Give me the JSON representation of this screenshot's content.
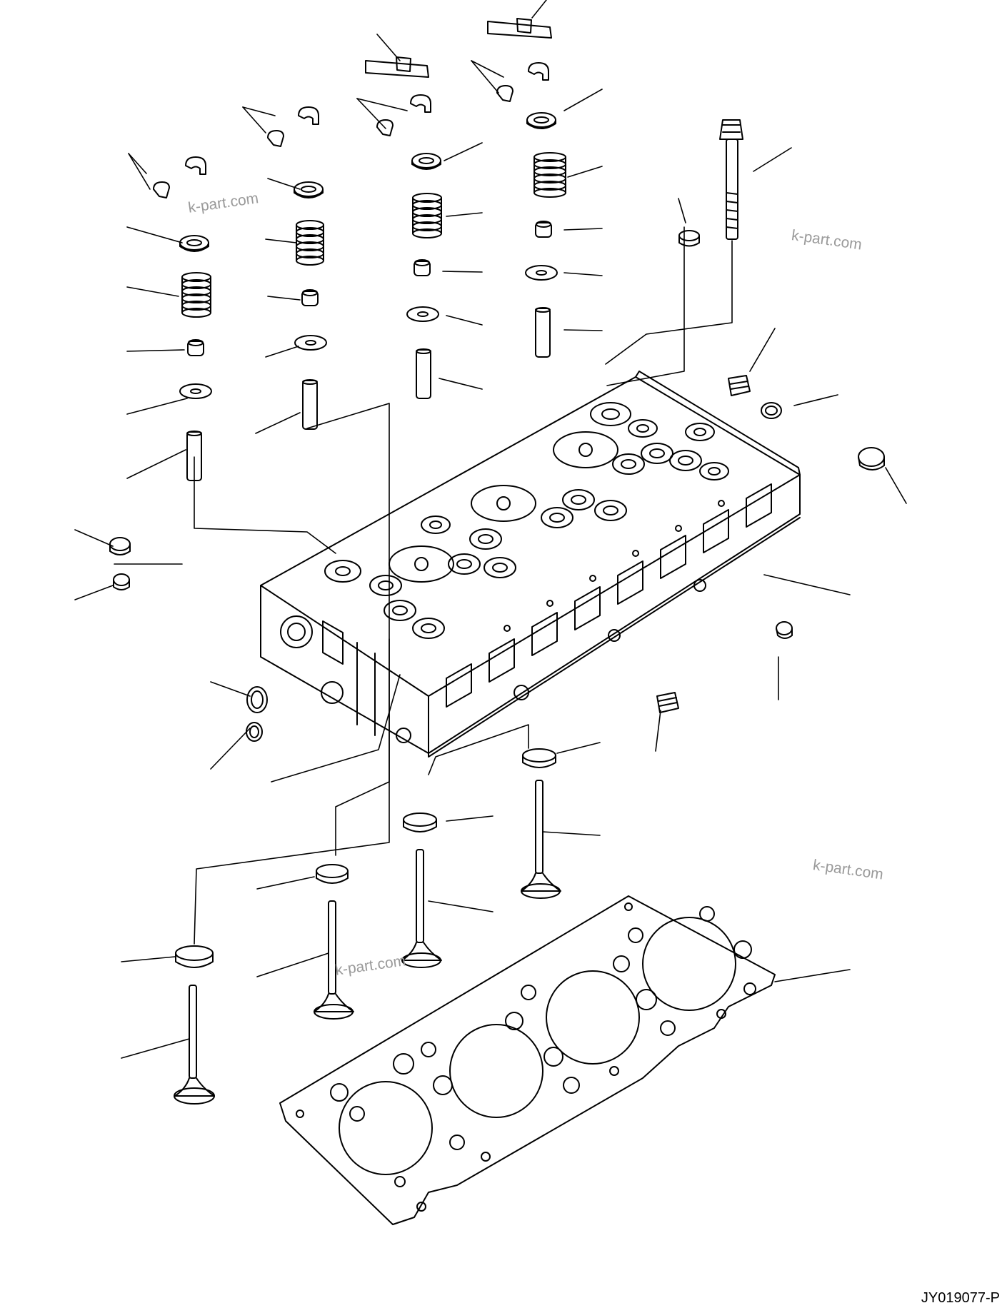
{
  "watermarks": [
    "k-part.com",
    "k-part.com",
    "k-part.com",
    "k-part.com"
  ],
  "drawing_code": "JY019077-P",
  "colors": {
    "line": "#000000",
    "watermark": "#9a9a9a",
    "background": "#ffffff"
  }
}
